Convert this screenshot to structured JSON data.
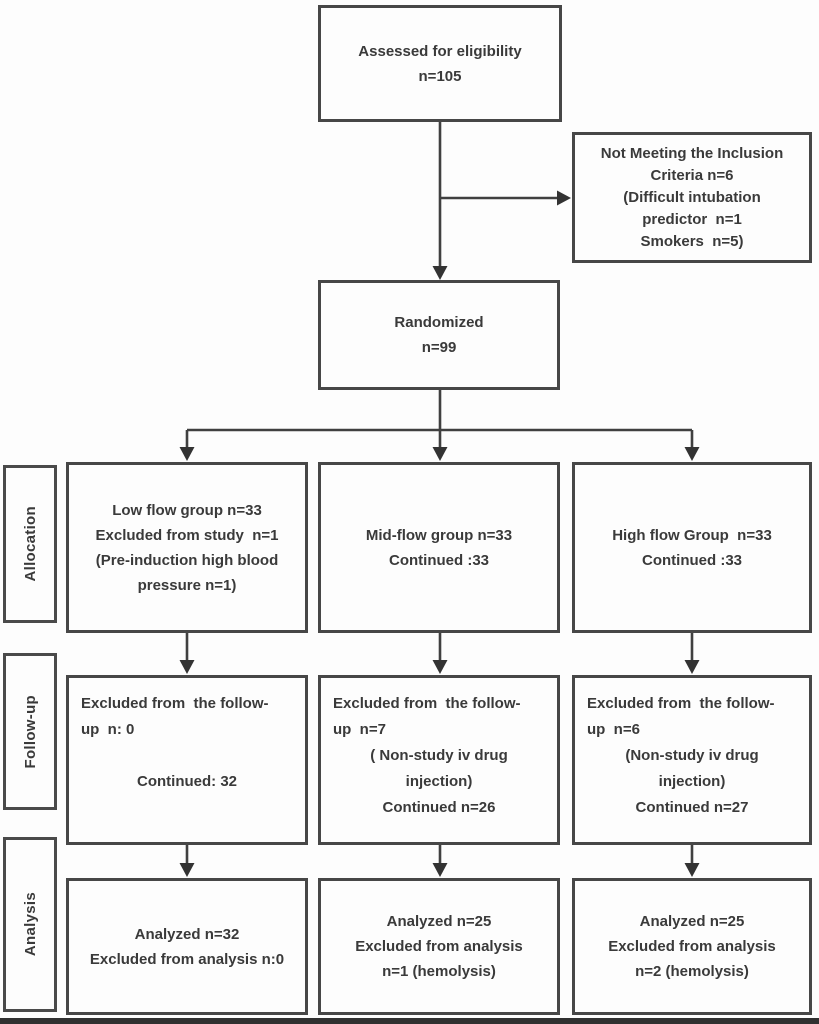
{
  "palette": {
    "ink": "#3a3a3a",
    "border": "#474747",
    "background": "#fdfdfd"
  },
  "flow": {
    "eligibility": {
      "text": "Assessed for eligibility\nn=105"
    },
    "not_meeting": {
      "text": "Not Meeting the Inclusion\nCriteria n=6\n(Difficult intubation\npredictor  n=1\nSmokers  n=5)"
    },
    "randomized": {
      "text": "Randomized\nn=99"
    },
    "allocation": {
      "label": "Allocation",
      "low": {
        "text": "Low flow group n=33\nExcluded from study  n=1\n(Pre-induction high blood\npressure n=1)"
      },
      "mid": {
        "text": "Mid-flow group n=33\nContinued :33"
      },
      "high": {
        "text": "High flow Group  n=33\nContinued :33"
      }
    },
    "followup": {
      "label": "Follow-up",
      "low": {
        "excluded": "Excluded from  the follow-\nup  n: 0",
        "detail": "\nContinued: 32"
      },
      "mid": {
        "excluded": "Excluded from  the follow-\nup  n=7",
        "detail": "( Non-study iv drug\ninjection)\nContinued n=26"
      },
      "high": {
        "excluded": "Excluded from  the follow-\nup  n=6",
        "detail": "(Non-study iv drug\ninjection)\nContinued n=27"
      }
    },
    "analysis": {
      "label": "Analysis",
      "low": {
        "text": "Analyzed n=32\nExcluded from analysis n:0"
      },
      "mid": {
        "text": "Analyzed n=25\nExcluded from analysis\nn=1 (hemolysis)"
      },
      "high": {
        "text": "Analyzed n=25\nExcluded from analysis\nn=2 (hemolysis)"
      }
    }
  }
}
